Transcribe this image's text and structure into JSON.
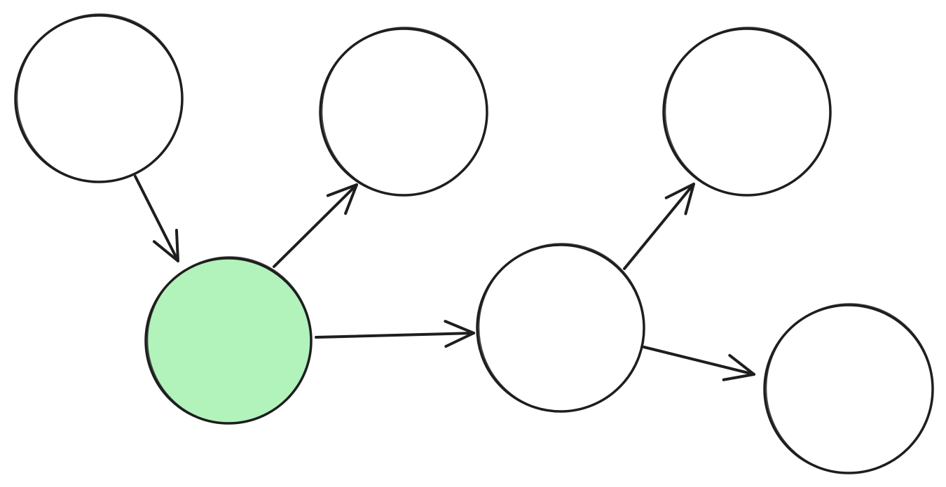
{
  "diagram": {
    "type": "directed-graph",
    "style": "hand-drawn",
    "colors": {
      "stroke": "#1e1e1e",
      "node_fill": "#ffffff",
      "highlight_fill": "#b2f2bb",
      "background": "#ffffff"
    },
    "nodes": [
      {
        "id": "n1",
        "highlighted": false
      },
      {
        "id": "n2",
        "highlighted": true
      },
      {
        "id": "n3",
        "highlighted": false
      },
      {
        "id": "n4",
        "highlighted": false
      },
      {
        "id": "n5",
        "highlighted": false
      },
      {
        "id": "n6",
        "highlighted": false
      }
    ],
    "edges": [
      {
        "from": "n1",
        "to": "n2"
      },
      {
        "from": "n2",
        "to": "n3"
      },
      {
        "from": "n2",
        "to": "n4"
      },
      {
        "from": "n4",
        "to": "n5"
      },
      {
        "from": "n4",
        "to": "n6"
      }
    ]
  }
}
